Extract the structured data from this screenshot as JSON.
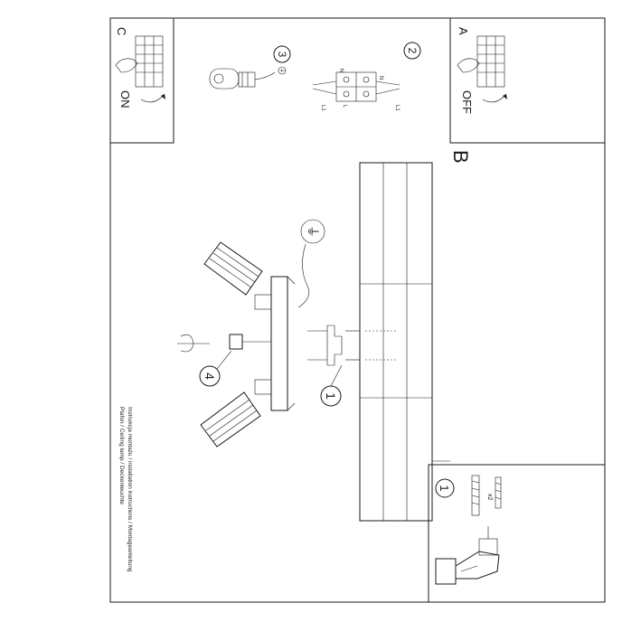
{
  "panels": {
    "a": {
      "letter": "A",
      "caption": "OFF"
    },
    "b": {
      "letter": "B"
    },
    "c": {
      "letter": "C",
      "caption": "ON"
    }
  },
  "steps": {
    "s1_drill": "1",
    "s1_mount": "1",
    "s2": "2",
    "s3": "3",
    "s4": "4"
  },
  "labels": {
    "qty_x2": "x2",
    "wire_n": "N",
    "wire_l": "L",
    "wire_l1": "L1",
    "ground_symbol": "⏚"
  },
  "title_line1": "Instrukcja montażu / installation instructions / Montageanleitung",
  "title_line2": "Plafon / Ceiling lamp / Deckenleuchte"
}
